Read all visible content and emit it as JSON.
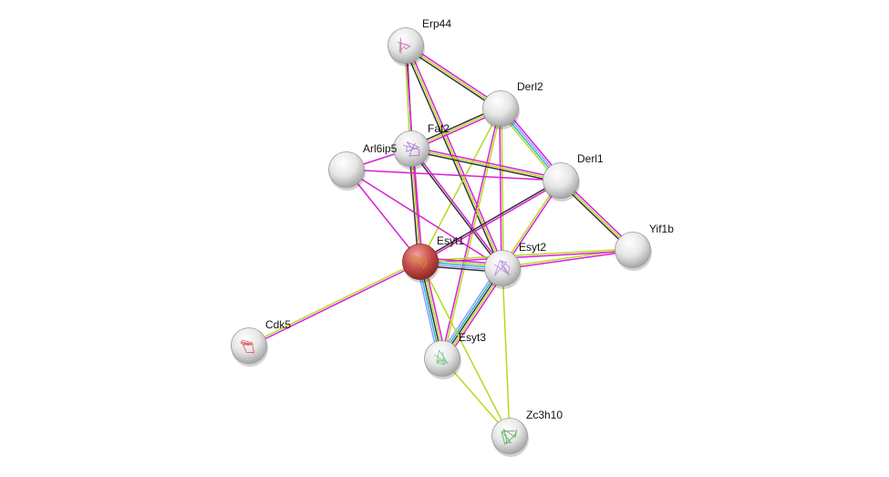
{
  "channel_colors": {
    "experimental": "#d81fd8",
    "database": "#20b8d8",
    "textmining": "#b8d820",
    "coexpression": "#333333",
    "homology": "#9a9aff"
  },
  "node_colors": {
    "query": "#c0504d",
    "default": "#e8e8e8"
  },
  "nodes": [
    {
      "id": "Erp44",
      "label": "Erp44",
      "query": false,
      "structure": true,
      "structure_color": "#d060a0"
    },
    {
      "id": "Derl2",
      "label": "Derl2",
      "query": false,
      "structure": false
    },
    {
      "id": "Faf2",
      "label": "Faf2",
      "query": false,
      "structure": true,
      "structure_color": "#9a60d0"
    },
    {
      "id": "Arl6ip5",
      "label": "Arl6ip5",
      "query": false,
      "structure": false
    },
    {
      "id": "Derl1",
      "label": "Derl1",
      "query": false,
      "structure": false
    },
    {
      "id": "Yif1b",
      "label": "Yif1b",
      "query": false,
      "structure": false
    },
    {
      "id": "Esyt1",
      "label": "Esyt1",
      "query": true,
      "structure": true,
      "structure_color": "#d09020"
    },
    {
      "id": "Esyt2",
      "label": "Esyt2",
      "query": false,
      "structure": true,
      "structure_color": "#b080e0"
    },
    {
      "id": "Cdk5",
      "label": "Cdk5",
      "query": false,
      "structure": true,
      "structure_color": "#e04040"
    },
    {
      "id": "Esyt3",
      "label": "Esyt3",
      "query": false,
      "structure": true,
      "structure_color": "#60c080"
    },
    {
      "id": "Zc3h10",
      "label": "Zc3h10",
      "query": false,
      "structure": true,
      "structure_color": "#40a040"
    }
  ],
  "edges": [
    {
      "a": "Erp44",
      "b": "Derl2",
      "channels": [
        "experimental",
        "textmining",
        "coexpression"
      ]
    },
    {
      "a": "Erp44",
      "b": "Faf2",
      "channels": [
        "coexpression",
        "textmining"
      ]
    },
    {
      "a": "Erp44",
      "b": "Esyt2",
      "channels": [
        "experimental",
        "textmining",
        "coexpression"
      ]
    },
    {
      "a": "Erp44",
      "b": "Esyt1",
      "channels": [
        "experimental"
      ]
    },
    {
      "a": "Derl2",
      "b": "Faf2",
      "channels": [
        "experimental",
        "textmining",
        "coexpression"
      ]
    },
    {
      "a": "Derl2",
      "b": "Derl1",
      "channels": [
        "experimental",
        "homology",
        "database",
        "textmining"
      ]
    },
    {
      "a": "Derl2",
      "b": "Esyt1",
      "channels": [
        "textmining"
      ]
    },
    {
      "a": "Derl2",
      "b": "Esyt2",
      "channels": [
        "textmining",
        "experimental"
      ]
    },
    {
      "a": "Derl2",
      "b": "Esyt3",
      "channels": [
        "textmining",
        "experimental"
      ]
    },
    {
      "a": "Faf2",
      "b": "Derl1",
      "channels": [
        "experimental",
        "textmining",
        "coexpression"
      ]
    },
    {
      "a": "Faf2",
      "b": "Esyt1",
      "channels": [
        "experimental",
        "textmining",
        "coexpression"
      ]
    },
    {
      "a": "Faf2",
      "b": "Esyt2",
      "channels": [
        "experimental",
        "coexpression"
      ]
    },
    {
      "a": "Arl6ip5",
      "b": "Faf2",
      "channels": [
        "experimental"
      ]
    },
    {
      "a": "Arl6ip5",
      "b": "Derl1",
      "channels": [
        "experimental"
      ]
    },
    {
      "a": "Arl6ip5",
      "b": "Esyt1",
      "channels": [
        "experimental"
      ]
    },
    {
      "a": "Arl6ip5",
      "b": "Esyt2",
      "channels": [
        "experimental"
      ]
    },
    {
      "a": "Derl1",
      "b": "Esyt1",
      "channels": [
        "experimental",
        "coexpression"
      ]
    },
    {
      "a": "Derl1",
      "b": "Esyt2",
      "channels": [
        "experimental",
        "textmining"
      ]
    },
    {
      "a": "Derl1",
      "b": "Yif1b",
      "channels": [
        "experimental",
        "textmining",
        "coexpression"
      ]
    },
    {
      "a": "Yif1b",
      "b": "Esyt2",
      "channels": [
        "experimental",
        "textmining"
      ]
    },
    {
      "a": "Yif1b",
      "b": "Esyt1",
      "channels": [
        "experimental",
        "textmining"
      ]
    },
    {
      "a": "Esyt1",
      "b": "Esyt2",
      "channels": [
        "experimental",
        "textmining",
        "database",
        "homology",
        "coexpression"
      ]
    },
    {
      "a": "Esyt1",
      "b": "Esyt3",
      "channels": [
        "experimental",
        "textmining",
        "coexpression",
        "database",
        "homology"
      ]
    },
    {
      "a": "Esyt2",
      "b": "Esyt3",
      "channels": [
        "experimental",
        "textmining",
        "coexpression",
        "database",
        "homology"
      ]
    },
    {
      "a": "Esyt1",
      "b": "Cdk5",
      "channels": [
        "experimental",
        "textmining"
      ]
    },
    {
      "a": "Esyt1",
      "b": "Zc3h10",
      "channels": [
        "textmining"
      ]
    },
    {
      "a": "Esyt3",
      "b": "Zc3h10",
      "channels": [
        "textmining"
      ]
    },
    {
      "a": "Esyt2",
      "b": "Zc3h10",
      "channels": [
        "textmining"
      ]
    }
  ]
}
